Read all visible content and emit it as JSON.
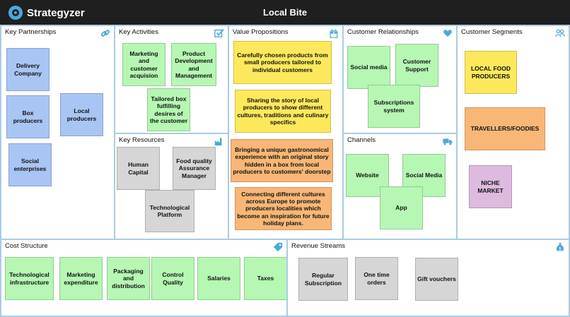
{
  "header": {
    "brand": "Strategyzer",
    "title": "Local Bite"
  },
  "colors": {
    "topbar": "#1f1f1f",
    "accent": "#4aa8d8",
    "border": "#a9cbe4",
    "blue": "#a9c5f4",
    "green": "#b5f7b3",
    "gray": "#d6d6d6",
    "yellow": "#fce95b",
    "orange": "#f8b776",
    "purple": "#ddbae0"
  },
  "canvas": {
    "key_partnerships": {
      "title": "Key Partnerships",
      "icon": "link-icon",
      "notes": [
        "Delivery Company",
        "Box producers",
        "Local producers",
        "Social enterprises"
      ]
    },
    "key_activities": {
      "title": "Key Activities",
      "icon": "checkbox-icon",
      "notes": [
        "Marketing and customer acquision",
        "Product Development and Management",
        "Tailored box fulfilling desires of the customer"
      ]
    },
    "key_resources": {
      "title": "Key Resources",
      "icon": "factory-icon",
      "notes": [
        "Human Capital",
        "Food quality Assurance Manager",
        "Technological Platform"
      ]
    },
    "value_propositions": {
      "title": "Value Propositions",
      "icon": "gift-icon",
      "notes": [
        "Carefully chosen products from small producers tailored to individual customers",
        "Sharing the story of local producers to show different cultures, traditions and culinary specifics",
        "Bringing a unique gastronomical experience with an original story hidden in a box from local producers to customers' doorstep",
        "Connecting different cultures across Europe to promote producers localities which become an inspiration for future holiday plans."
      ]
    },
    "customer_relationships": {
      "title": "Customer Relationships",
      "icon": "heart-icon",
      "notes": [
        "Social media",
        "Customer Support",
        "Subscriptions system"
      ]
    },
    "channels": {
      "title": "Channels",
      "icon": "truck-icon",
      "notes": [
        "Website",
        "Social Media",
        "App"
      ]
    },
    "customer_segments": {
      "title": "Customer Segments",
      "icon": "people-icon",
      "notes": [
        "LOCAL FOOD PRODUCERS",
        "TRAVELLERS/FOODIES",
        "NICHE MARKET"
      ]
    },
    "cost_structure": {
      "title": "Cost Structure",
      "icon": "tag-icon",
      "notes": [
        "Technological infrastructure",
        "Marketing expenditure",
        "Packaging and distribution",
        "Control Quality",
        "Salaries",
        "Taxes"
      ]
    },
    "revenue_streams": {
      "title": "Revenue Streams",
      "icon": "money-bag-icon",
      "notes": [
        "Regular Subscription",
        "One time orders",
        "Gift vouchers"
      ]
    }
  }
}
